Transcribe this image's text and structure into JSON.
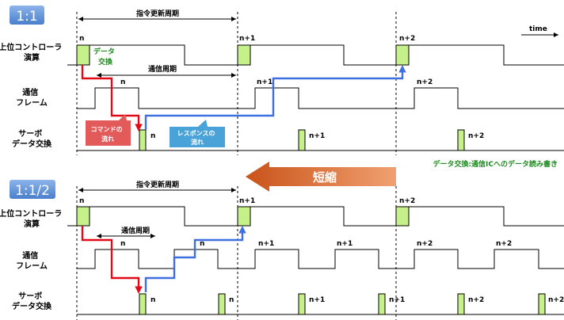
{
  "section1": {
    "badge": "1:1",
    "period_label": "指令更新周期",
    "comm_label": "通信周期",
    "time_label": "time",
    "row1": [
      "上位コントローラ",
      "演算"
    ],
    "row2": [
      "通信",
      "フレーム"
    ],
    "row3": [
      "サーボ",
      "データ交換"
    ],
    "data_exchange": [
      "データ",
      "交換"
    ],
    "bubble_cmd": [
      "コマンドの",
      "流れ"
    ],
    "bubble_resp": [
      "レスポンスの",
      "流れ"
    ],
    "ticks": {
      "ctrl": [
        "n",
        "n+1",
        "n+2"
      ],
      "frame": [
        "n",
        "n+1",
        "n+2"
      ],
      "servo": [
        "n",
        "n+1",
        "n+2"
      ]
    }
  },
  "note": "データ交換:通信ICへのデータ読み書き",
  "shorten": "短縮",
  "section2": {
    "badge": "1:1/2",
    "period_label": "指令更新周期",
    "comm_label": "通信周期",
    "row1": [
      "上位コントローラ",
      "演算"
    ],
    "row2": [
      "通信",
      "フレーム"
    ],
    "row3": [
      "サーボ",
      "データ交換"
    ],
    "ticks": {
      "ctrl": [
        "n",
        "n+1",
        "n+2"
      ],
      "frame": [
        "n",
        "n",
        "n+1",
        "n+1",
        "n+2",
        "n+2"
      ],
      "servo": [
        "n",
        "n",
        "n+1",
        "n+1",
        "n+2",
        "n+2"
      ]
    }
  },
  "colors": {
    "badge": "#5b8fd6",
    "pulse": "#c6f08a",
    "command": "#e30a17",
    "response": "#3d6fe0",
    "arrow": "#e8621c",
    "note": "#1f8a1f",
    "bubble_red": "#e25a5a",
    "bubble_blue": "#4aa3d8"
  }
}
